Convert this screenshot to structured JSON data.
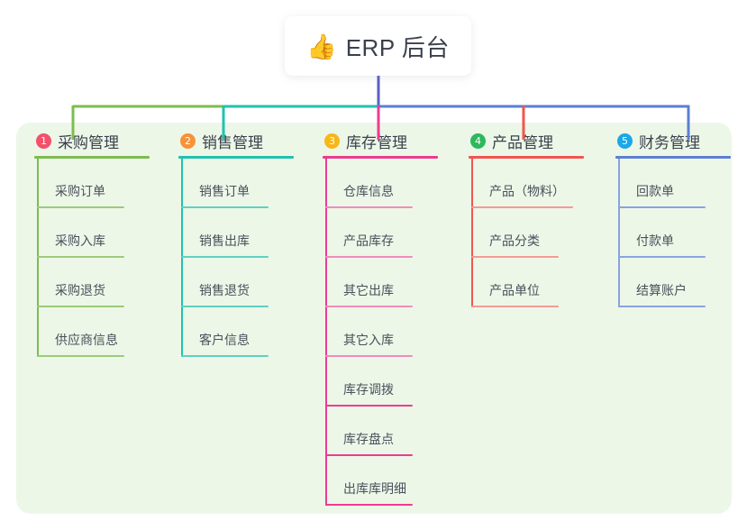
{
  "page": {
    "background_color": "#ffffff",
    "card_background_color": "#edf7e8"
  },
  "root": {
    "icon": "thumbs-up-emoji",
    "icon_glyph": "👍",
    "title": "ERP 后台"
  },
  "trunk": {
    "color": "#5b5fc7"
  },
  "columns": [
    {
      "index": 1,
      "badge": "1",
      "badge_color": "#f2506b",
      "line_color": "#7dbd4f",
      "title": "采购管理",
      "items": [
        "采购订单",
        "采购入库",
        "采购退货",
        "供应商信息"
      ]
    },
    {
      "index": 2,
      "badge": "2",
      "badge_color": "#f6933a",
      "line_color": "#22c2ad",
      "title": "销售管理",
      "items": [
        "销售订单",
        "销售出库",
        "销售退货",
        "客户信息"
      ]
    },
    {
      "index": 3,
      "badge": "3",
      "badge_color": "#f7b718",
      "line_color": "#ec3c91",
      "title": "库存管理",
      "items": [
        "仓库信息",
        "产品库存",
        "其它出库",
        "其它入库",
        "库存调拨",
        "库存盘点",
        "出库库明细"
      ]
    },
    {
      "index": 4,
      "badge": "4",
      "badge_color": "#2eb85c",
      "line_color": "#f2554f",
      "title": "产品管理",
      "items": [
        "产品（物料）",
        "产品分类",
        "产品单位"
      ]
    },
    {
      "index": 5,
      "badge": "5",
      "badge_color": "#1aa8e8",
      "line_color": "#5b7fd4",
      "title": "财务管理",
      "items": [
        "回款单",
        "付款单",
        "结算账户"
      ]
    }
  ],
  "connector_bar": {
    "segments": [
      {
        "name": "green-segment",
        "color": "#7dbd4f"
      },
      {
        "name": "teal-segment",
        "color": "#22c2ad"
      },
      {
        "name": "blue-segment",
        "color": "#5b7fd4"
      }
    ]
  }
}
